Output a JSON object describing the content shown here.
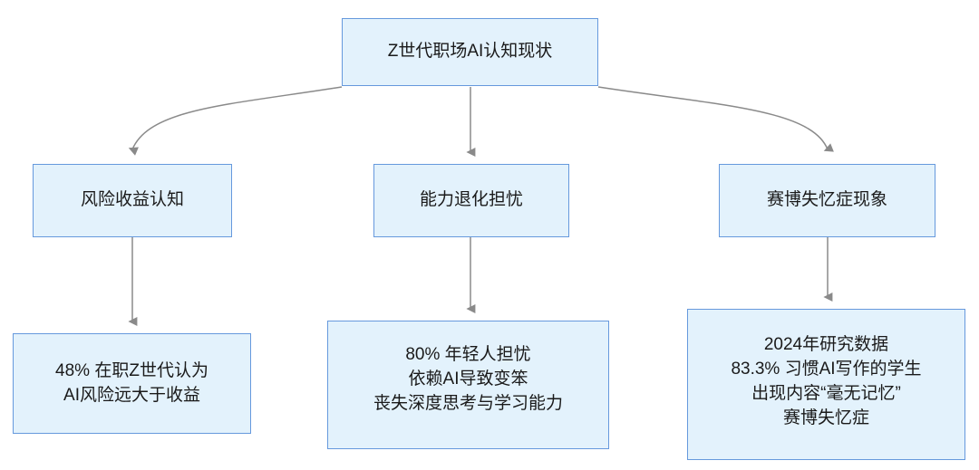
{
  "diagram": {
    "title": "Z世代职场AI认知现状",
    "type": "flowchart",
    "background_color": "#ffffff",
    "node_fill_color": "#e3f2fc",
    "node_border_color": "#6699dd",
    "edge_color": "#8a8a8a",
    "text_color": "#1a1a1a"
  },
  "nodes": {
    "root": {
      "label": "Z世代职场AI认知现状"
    },
    "risk": {
      "label": "风险收益认知"
    },
    "decline": {
      "label": "能力退化担忧"
    },
    "amnesia": {
      "label": "赛博失忆症现象"
    },
    "risk_detail": {
      "lines": [
        "48% 在职Z世代认为",
        "AI风险远大于收益"
      ]
    },
    "decline_detail": {
      "lines": [
        "80% 年轻人担忧",
        "依赖AI导致变笨",
        "丧失深度思考与学习能力"
      ]
    },
    "amnesia_detail": {
      "lines": [
        "2024年研究数据",
        "83.3% 习惯AI写作的学生",
        "出现内容“毫无记忆”",
        "赛博失忆症"
      ]
    }
  },
  "edges": [
    {
      "from": "root",
      "to": "risk",
      "style": "curved-arrow"
    },
    {
      "from": "root",
      "to": "decline",
      "style": "straight-arrow"
    },
    {
      "from": "root",
      "to": "amnesia",
      "style": "curved-arrow"
    },
    {
      "from": "risk",
      "to": "risk_detail",
      "style": "straight-arrow"
    },
    {
      "from": "decline",
      "to": "decline_detail",
      "style": "straight-arrow"
    },
    {
      "from": "amnesia",
      "to": "amnesia_detail",
      "style": "straight-arrow"
    }
  ]
}
